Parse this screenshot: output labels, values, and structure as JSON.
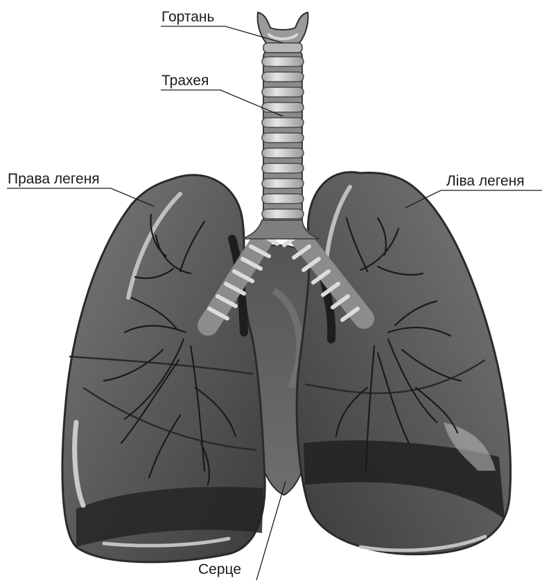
{
  "labels": {
    "larynx": "Гортань",
    "trachea": "Трахея",
    "right_lung": "Права легеня",
    "left_lung": "Ліва легеня",
    "heart": "Серце"
  },
  "colors": {
    "lung_dark": "#3a3a3a",
    "lung_mid": "#5e5e5e",
    "lung_light": "#8a8a8a",
    "cartilage": "#c8c8c8",
    "heart": "#6a6a6a",
    "leader_line": "#1a1a1a"
  }
}
